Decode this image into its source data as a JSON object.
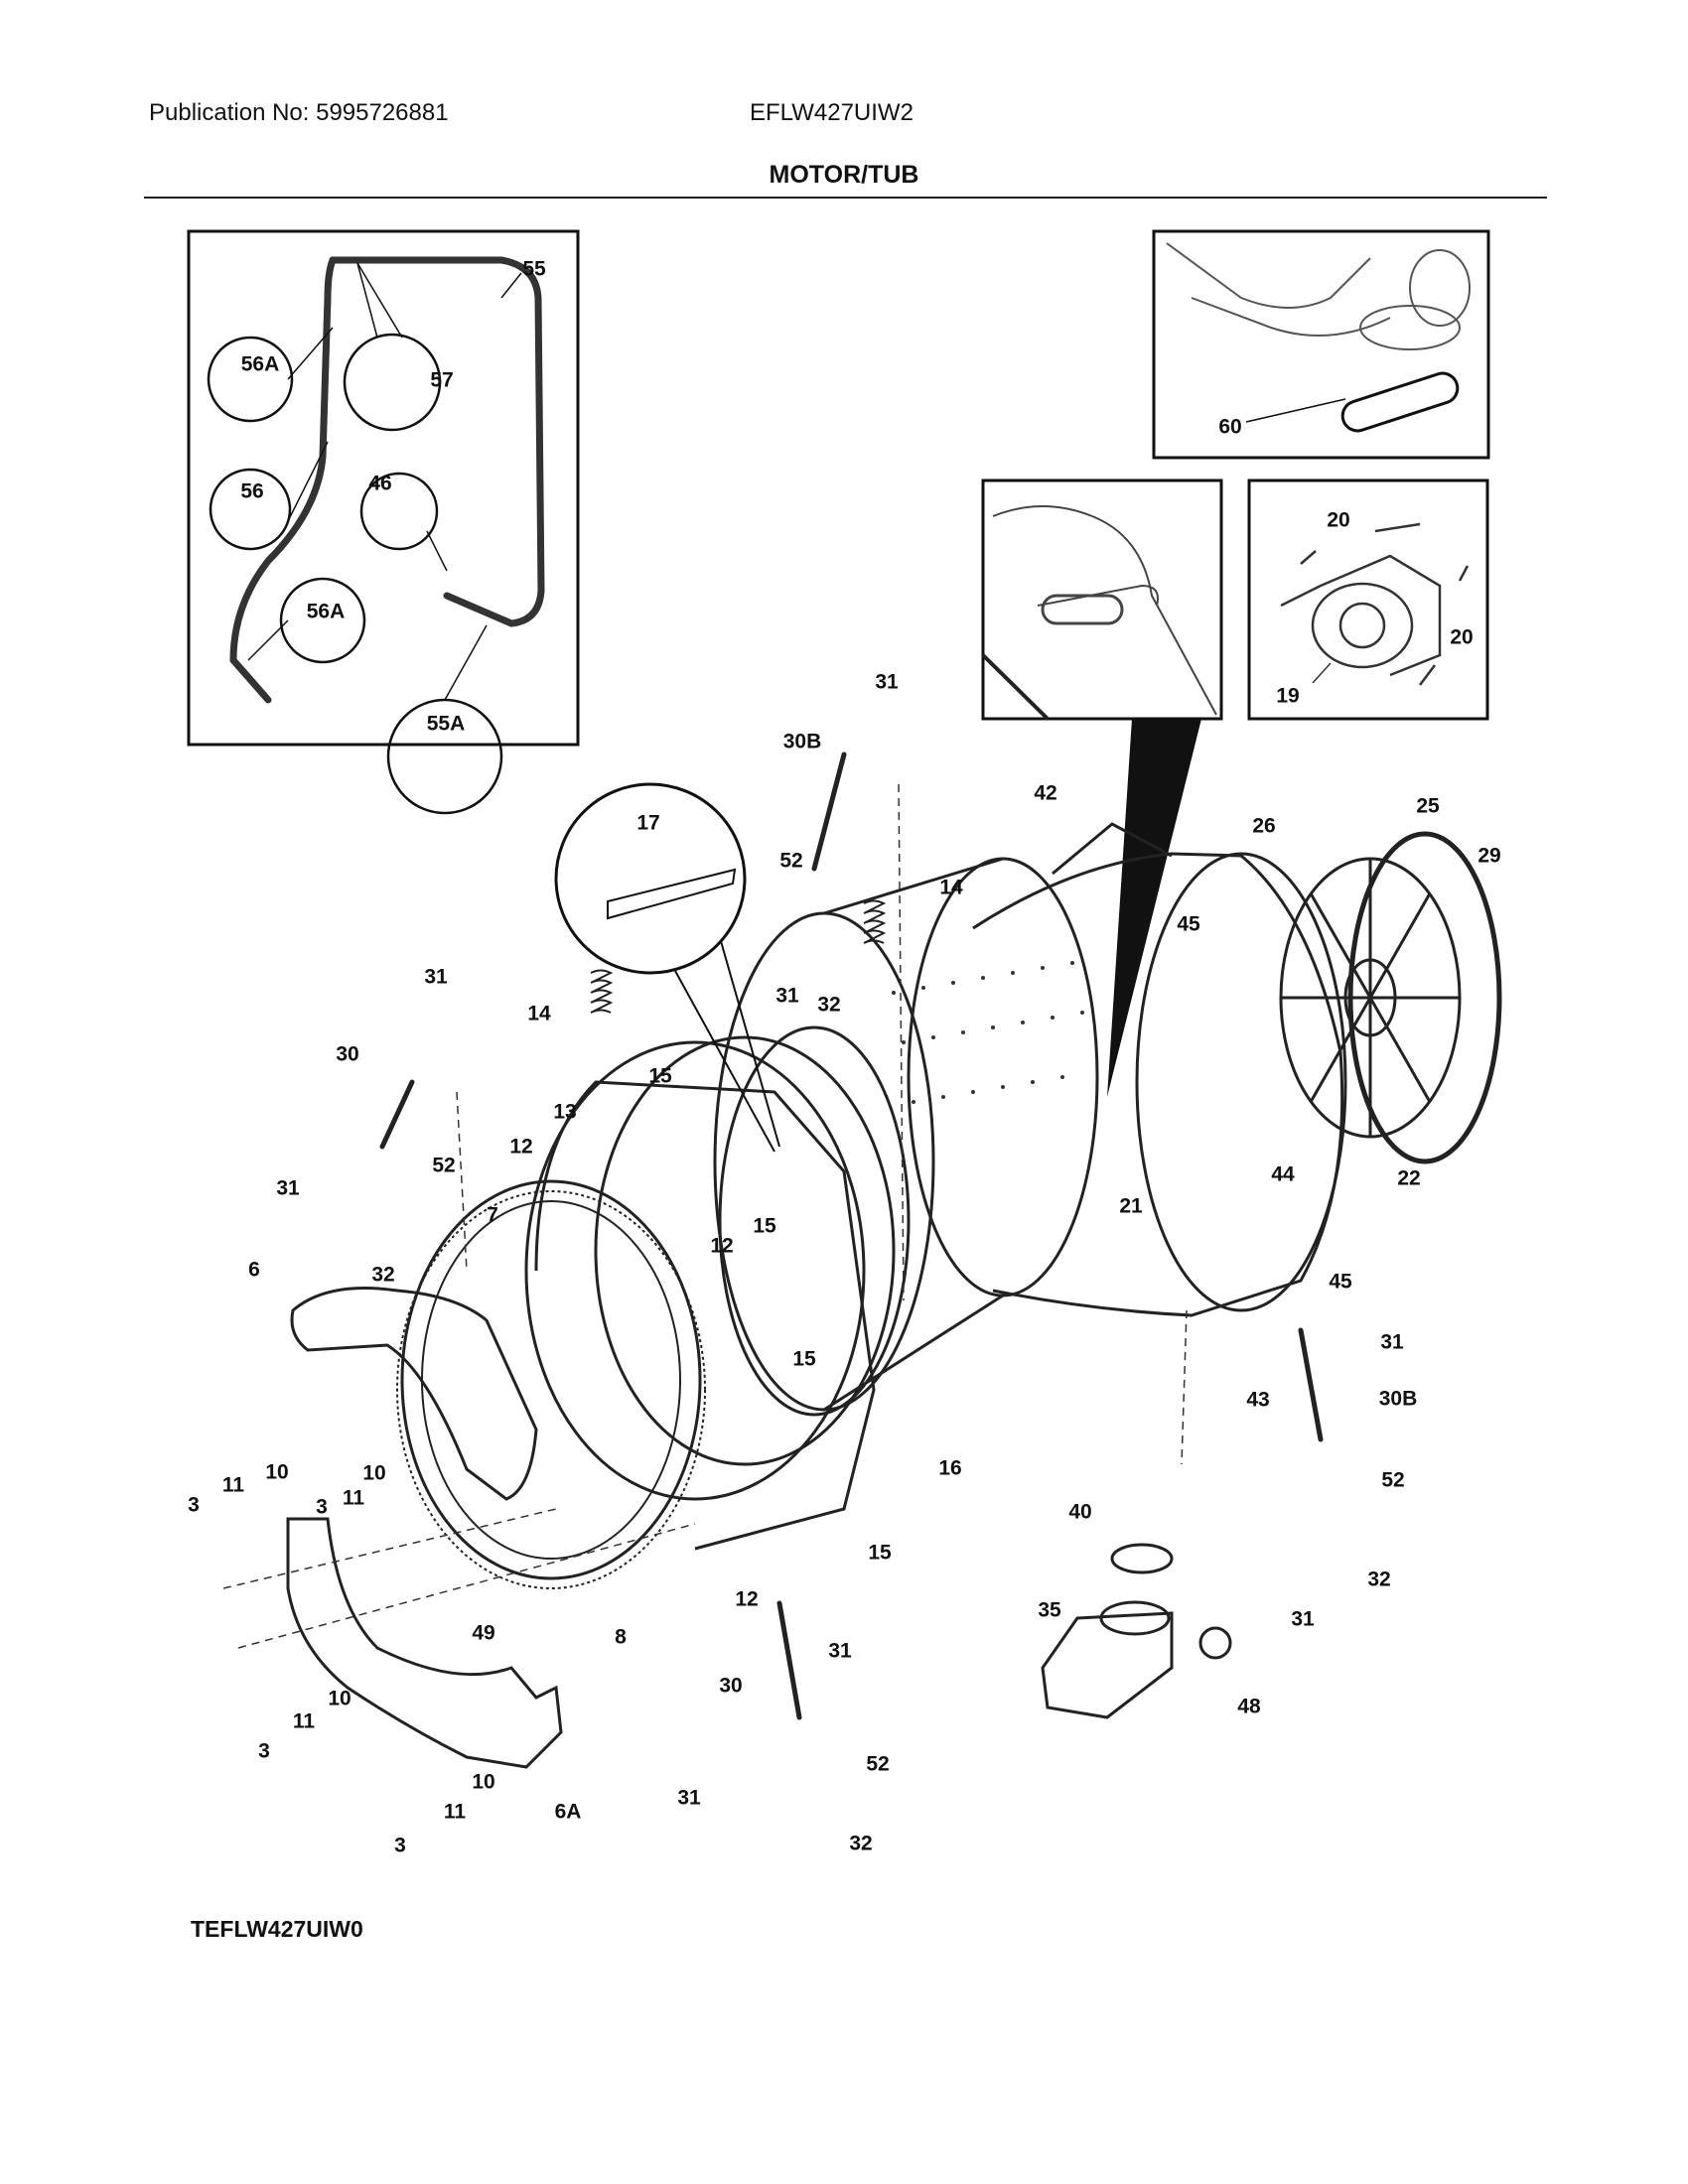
{
  "header": {
    "publication": "Publication No: 5995726881",
    "model": "EFLW427UIW2"
  },
  "section_title": "MOTOR/TUB",
  "footer_code": "TEFLW427UIW0",
  "callouts": {
    "p55": "55",
    "p56A_top": "56A",
    "p57": "57",
    "p56": "56",
    "p46": "46",
    "p56A_bot": "56A",
    "p55A": "55A",
    "p60": "60",
    "p20_top": "20",
    "p20_right": "20",
    "p19": "19",
    "p31_a": "31",
    "p30B_a": "30B",
    "p52_a": "52",
    "p14_a": "14",
    "p31_b": "31",
    "p32_a": "32",
    "p17": "17",
    "p42": "42",
    "p25": "25",
    "p26": "26",
    "p29": "29",
    "p45_a": "45",
    "p31_c": "31",
    "p14_b": "14",
    "p30_a": "30",
    "p15_a": "15",
    "p13": "13",
    "p12_a": "12",
    "p52_b": "52",
    "p31_d": "31",
    "p32_b": "32",
    "p7": "7",
    "p12_b": "12",
    "p15_b": "15",
    "p6": "6",
    "p15_c": "15",
    "p21": "21",
    "p44": "44",
    "p22": "22",
    "p45_b": "45",
    "p31_e": "31",
    "p43": "43",
    "p30B_b": "30B",
    "p16": "16",
    "p52_c": "52",
    "p3_a": "3",
    "p11_a": "11",
    "p10_a": "10",
    "p3_b": "3",
    "p10_b": "10",
    "p11_b": "11",
    "p40": "40",
    "p32_c": "32",
    "p15_d": "15",
    "p12_c": "12",
    "p31_f": "31",
    "p35": "35",
    "p31_g": "31",
    "p49": "49",
    "p8": "8",
    "p48": "48",
    "p30_b": "30",
    "p10_c": "10",
    "p11_c": "11",
    "p3_c": "3",
    "p10_d": "10",
    "p52_d": "52",
    "p11_d": "11",
    "p6A": "6A",
    "p31_h": "31",
    "p3_d": "3",
    "p32_d": "32"
  }
}
